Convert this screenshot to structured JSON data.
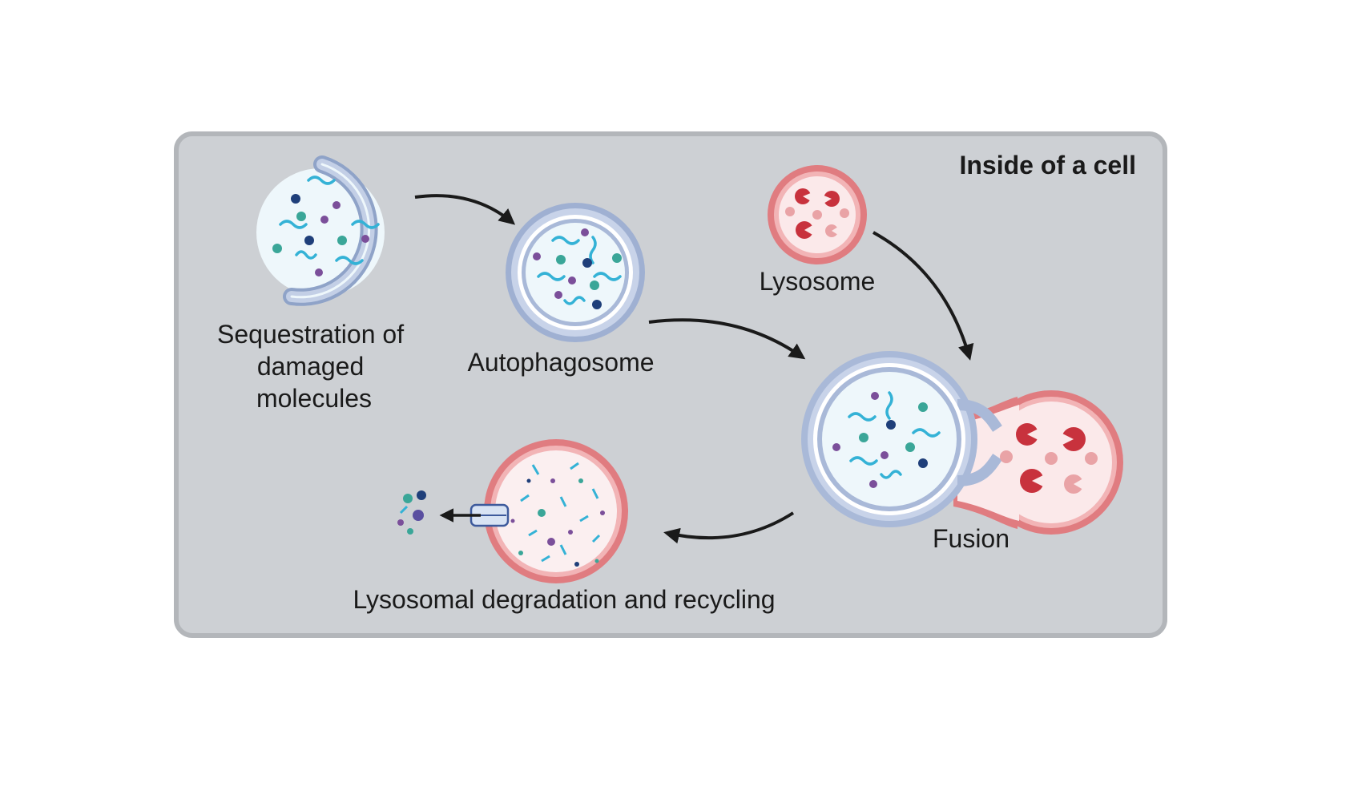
{
  "title": "Inside of a cell",
  "labels": {
    "sequestration": [
      "Sequestration of",
      "damaged",
      "molecules"
    ],
    "autophagosome": "Autophagosome",
    "lysosome": "Lysosome",
    "fusion": "Fusion",
    "degradation": "Lysosomal degradation and recycling"
  },
  "colors": {
    "panel_bg": "#cdd0d4",
    "panel_border": "#b3b6ba",
    "membrane_blue": "#a9b9d8",
    "membrane_red": "#e07c80",
    "lumen": "#eef7fb",
    "lysosome_lumen": "#fbe9ea",
    "enzyme_dark": "#c8323d",
    "enzyme_light": "#e9a3a6",
    "cyan": "#34b2d6",
    "teal": "#3aa698",
    "navy": "#1f3f7a",
    "purple": "#7b4f9a",
    "arrow": "#1a1a1a"
  }
}
